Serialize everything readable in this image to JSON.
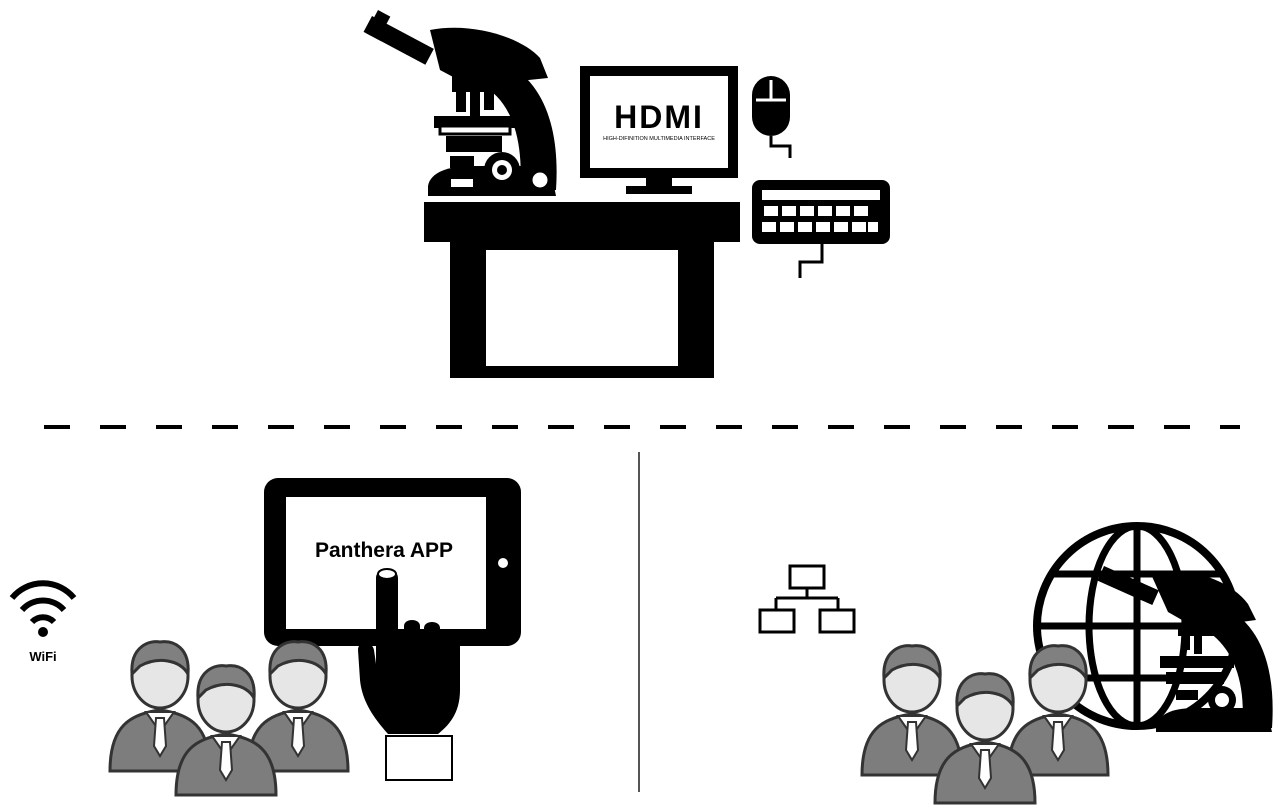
{
  "monitor": {
    "logo_text": "HDMI",
    "logo_caption": "HIGH-DIFINITION MULTIMEDIA INTERFACE"
  },
  "tablet": {
    "app_label": "Panthera APP"
  },
  "wifi": {
    "label": "WiFi"
  },
  "colors": {
    "ink": "#000000",
    "person_face": "#e6e6e6",
    "person_hair": "#808080",
    "person_body": "#7d7d7d",
    "person_outline": "#333333"
  },
  "icons": [
    "microscope-icon",
    "monitor-icon",
    "mouse-icon",
    "keyboard-icon",
    "desk-icon",
    "tablet-icon",
    "hand-pointer-icon",
    "wifi-icon",
    "network-icon",
    "globe-icon",
    "people-group-icon"
  ]
}
